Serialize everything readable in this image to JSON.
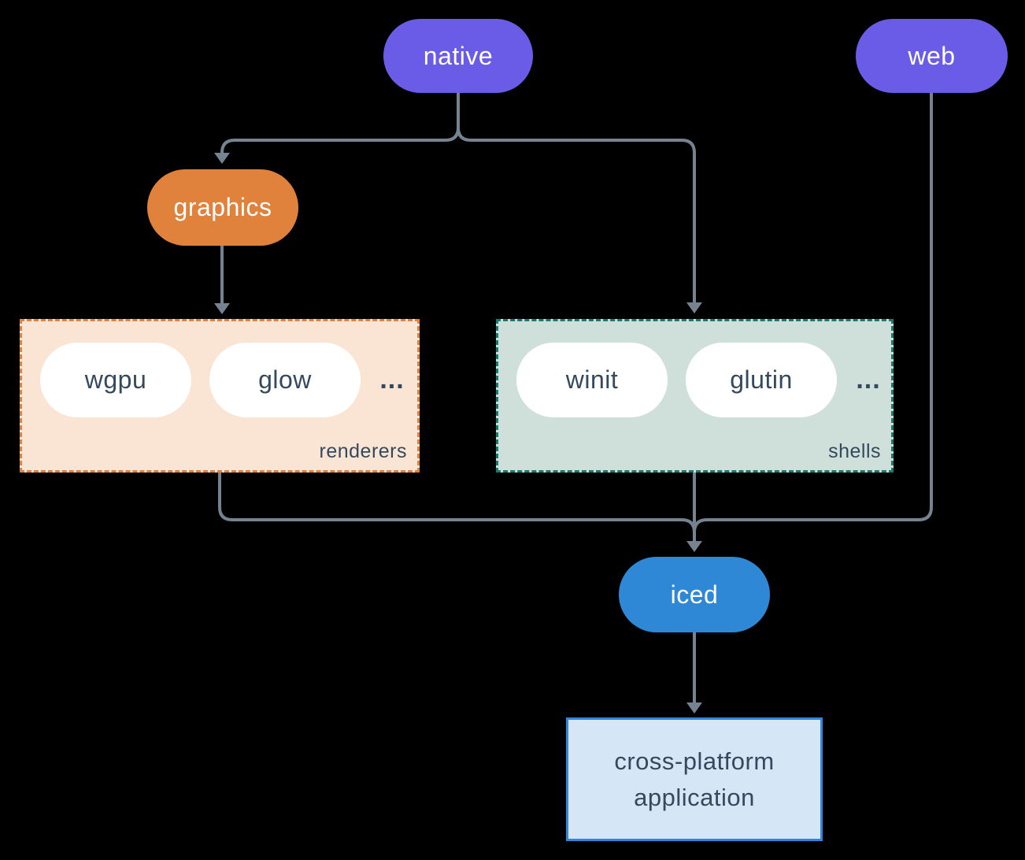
{
  "colors": {
    "background": "#000000",
    "connector": "#75828f",
    "native_fill": "#6b5ce8",
    "web_fill": "#6b5ce8",
    "graphics_fill": "#e0813c",
    "iced_fill": "#2f88d5",
    "white_pill_fill": "#ffffff",
    "dark_text": "#34495e",
    "renderers_bg": "#fae5d5",
    "renderers_border": "#e0813c",
    "shells_bg": "#cfdfda",
    "shells_border": "#1a7a6e",
    "application_bg": "#d5e6f7",
    "application_border": "#2e86de"
  },
  "nodes": {
    "native": {
      "label": "native"
    },
    "web": {
      "label": "web"
    },
    "graphics": {
      "label": "graphics"
    },
    "iced": {
      "label": "iced"
    },
    "application": {
      "line1": "cross-platform",
      "line2": "application"
    }
  },
  "groups": {
    "renderers": {
      "label": "renderers",
      "items": [
        "wgpu",
        "glow"
      ],
      "more": "..."
    },
    "shells": {
      "label": "shells",
      "items": [
        "winit",
        "glutin"
      ],
      "more": "..."
    }
  }
}
